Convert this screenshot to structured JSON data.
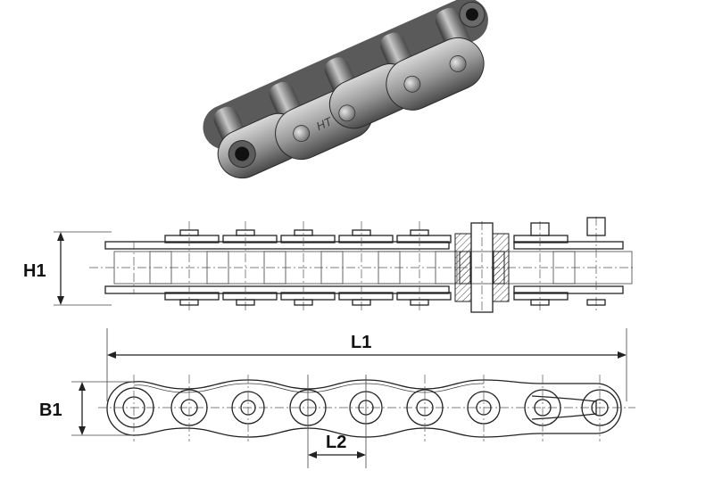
{
  "photo": {
    "engraving": "HT"
  },
  "dimensions": {
    "h1": "H1",
    "l1": "L1",
    "b1": "B1",
    "l2": "L2"
  },
  "colors": {
    "line": "#222222",
    "steel_dark": "#3f3f3f",
    "steel_light": "#bdbdbd",
    "hatch": "#444444"
  }
}
